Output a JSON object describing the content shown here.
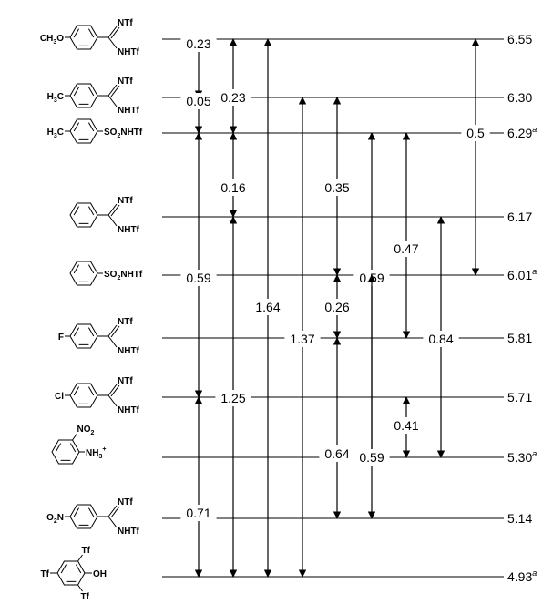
{
  "compounds": [
    {
      "value": "6.55",
      "footnote": ""
    },
    {
      "value": "6.30",
      "footnote": ""
    },
    {
      "value": "6.29",
      "footnote": "a"
    },
    {
      "value": "6.17",
      "footnote": ""
    },
    {
      "value": "6.01",
      "footnote": "a"
    },
    {
      "value": "5.81",
      "footnote": ""
    },
    {
      "value": "5.71",
      "footnote": ""
    },
    {
      "value": "5.30",
      "footnote": "a"
    },
    {
      "value": "5.14",
      "footnote": ""
    },
    {
      "value": "4.93",
      "footnote": "a"
    }
  ],
  "differences": [
    {
      "label": "0.23",
      "from": 0,
      "to": 1
    },
    {
      "label": "0.05",
      "from": 1,
      "to": 2
    },
    {
      "label": "0.59",
      "from": 2,
      "to": 6
    },
    {
      "label": "0.71",
      "from": 6,
      "to": 9
    },
    {
      "label": "0.23",
      "from": 0,
      "to": 2
    },
    {
      "label": "0.16",
      "from": 2,
      "to": 3
    },
    {
      "label": "1.25",
      "from": 3,
      "to": 9
    },
    {
      "label": "1.64",
      "from": 0,
      "to": 9
    },
    {
      "label": "1.37",
      "from": 1,
      "to": 9
    },
    {
      "label": "0.35",
      "from": 1,
      "to": 4
    },
    {
      "label": "0.26",
      "from": 4,
      "to": 5
    },
    {
      "label": "0.64",
      "from": 5,
      "to": 8
    },
    {
      "label": "0.59",
      "from": 2,
      "to": 8
    },
    {
      "label": "0.47",
      "from": 2,
      "to": 5
    },
    {
      "label": "0.41",
      "from": 6,
      "to": 7
    },
    {
      "label": "0.84",
      "from": 3,
      "to": 7
    },
    {
      "label": "0.5",
      "from": 0,
      "to": 4
    },
    {
      "label": "0.59",
      "from": 4,
      "to": 7
    }
  ],
  "structures": [
    {
      "parts": [
        {
          "t": "CH"
        },
        {
          "t": "3",
          "sub": true
        },
        {
          "t": "O"
        }
      ],
      "tail": "amidine",
      "group1": "NTf",
      "group2": "NHTf"
    },
    {
      "parts": [
        {
          "t": "H"
        },
        {
          "t": "3",
          "sub": true
        },
        {
          "t": "C"
        }
      ],
      "tail": "amidine",
      "group1": "NTf",
      "group2": "NHTf"
    },
    {
      "parts": [
        {
          "t": "H"
        },
        {
          "t": "3",
          "sub": true
        },
        {
          "t": "C"
        }
      ],
      "tail": "sulfonamide",
      "group1": "SO",
      "group1sub": "2",
      "group2": "NHTf"
    },
    {
      "parts": [],
      "tail": "amidine",
      "group1": "NTf",
      "group2": "NHTf"
    },
    {
      "parts": [],
      "tail": "sulfonamide",
      "group1": "SO",
      "group1sub": "2",
      "group2": "NHTf"
    },
    {
      "parts": [
        {
          "t": "F"
        }
      ],
      "tail": "amidine",
      "group1": "NTf",
      "group2": "NHTf"
    },
    {
      "parts": [
        {
          "t": "Cl"
        }
      ],
      "tail": "amidine",
      "group1": "NTf",
      "group2": "NHTf"
    },
    {
      "parts": [],
      "tail": "anilinium",
      "group1": "NO",
      "group1sub": "2",
      "group2": "NH",
      "group2sub": "3",
      "group2sup": "+"
    },
    {
      "parts": [
        {
          "t": "O"
        },
        {
          "t": "2",
          "sub": true
        },
        {
          "t": "N"
        }
      ],
      "tail": "amidine",
      "group1": "NTf",
      "group2": "NHTf"
    },
    {
      "parts": [],
      "tail": "phenol",
      "group1": "Tf",
      "group2": "OH",
      "group3": "Tf",
      "group4": "Tf"
    }
  ]
}
